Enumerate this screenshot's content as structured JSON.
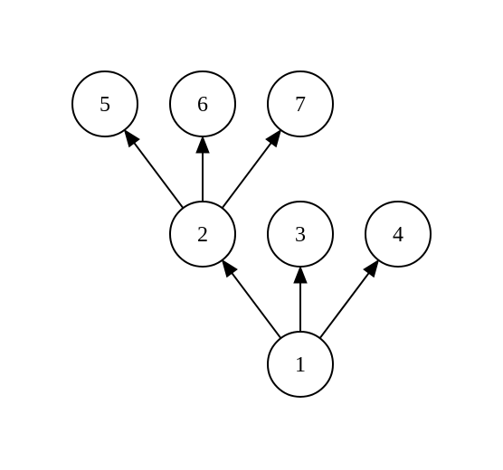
{
  "diagram": {
    "type": "tree",
    "nodes": [
      {
        "id": "1",
        "label": "1"
      },
      {
        "id": "2",
        "label": "2"
      },
      {
        "id": "3",
        "label": "3"
      },
      {
        "id": "4",
        "label": "4"
      },
      {
        "id": "5",
        "label": "5"
      },
      {
        "id": "6",
        "label": "6"
      },
      {
        "id": "7",
        "label": "7"
      }
    ],
    "edges": [
      {
        "from": "1",
        "to": "2"
      },
      {
        "from": "1",
        "to": "3"
      },
      {
        "from": "1",
        "to": "4"
      },
      {
        "from": "2",
        "to": "5"
      },
      {
        "from": "2",
        "to": "6"
      },
      {
        "from": "2",
        "to": "7"
      }
    ]
  },
  "colors": {
    "stroke": "#000000",
    "fill": "#ffffff",
    "background": "#ffffff"
  }
}
